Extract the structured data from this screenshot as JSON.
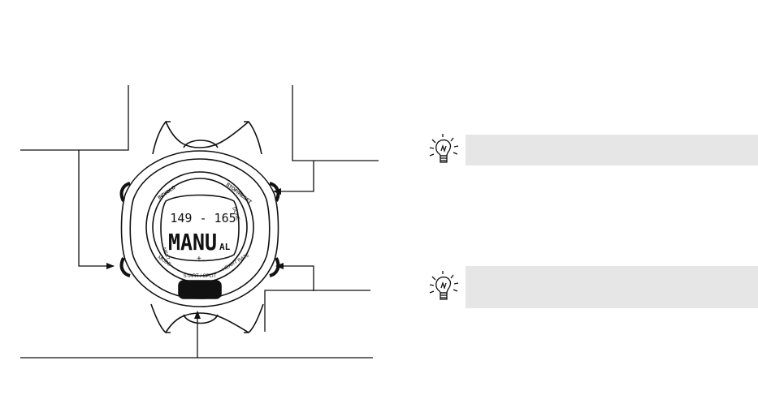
{
  "watch": {
    "top_left_label": "INDIGLO",
    "top_right_label": "STOP/RESET",
    "right_label": "DONE",
    "bottom_left_label": "MODE",
    "bottom_right_label": "HEART RATE",
    "bottom_label": "START / SPLIT",
    "left_label": "NEXT",
    "display_line1": "149 - 165",
    "display_main": "MANU",
    "display_suffix": "AL"
  },
  "tips": [
    {
      "icon": "lightbulb-icon",
      "text": ""
    },
    {
      "icon": "lightbulb-icon",
      "text": ""
    }
  ],
  "colors": {
    "tip_background": "#e6e6e7",
    "line": "#111111"
  }
}
